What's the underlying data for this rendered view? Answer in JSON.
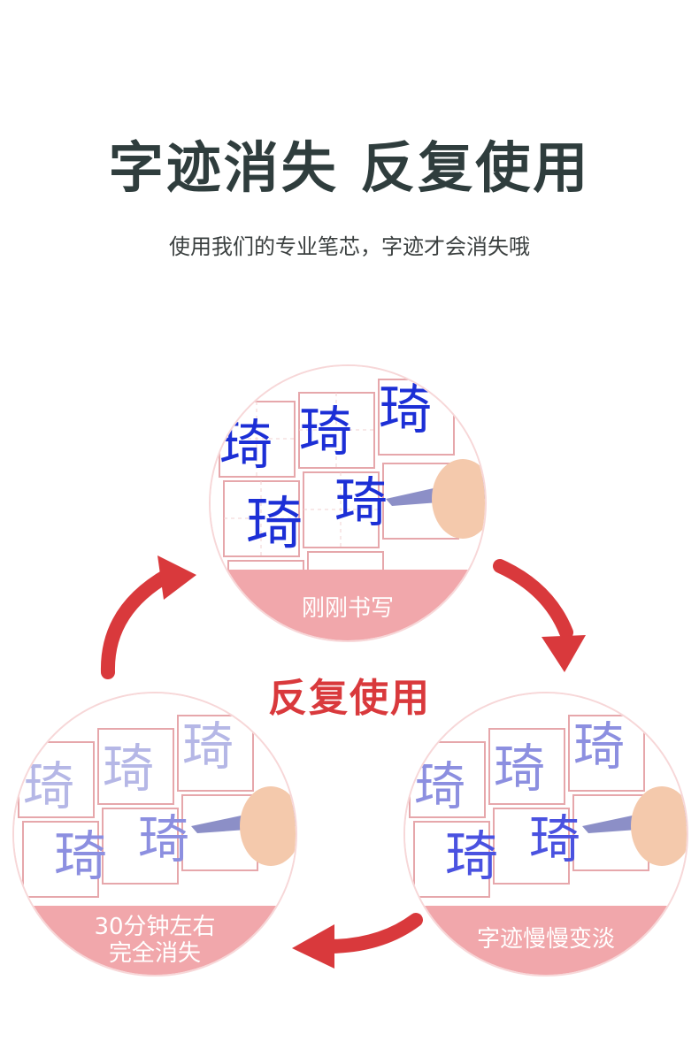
{
  "header": {
    "title": "字迹消失 反复使用",
    "subtitle": "使用我们的专业笔芯，字迹才会消失哦"
  },
  "cycle": {
    "center_label": "反复使用",
    "practice_char": "琦",
    "steps": [
      {
        "caption": "刚刚书写",
        "ink_color": "#1c2fd6"
      },
      {
        "caption": "字迹慢慢变淡",
        "ink_color": "#4a52e0"
      },
      {
        "caption_line1": "30分钟左右",
        "caption_line2": "完全消失",
        "ink_color": "#8c8fe0"
      }
    ]
  },
  "colors": {
    "accent_red": "#d9393c",
    "caption_band": "#f1a7ab",
    "grid_line": "#e6a7ab",
    "title_text": "#2f3d3d"
  }
}
